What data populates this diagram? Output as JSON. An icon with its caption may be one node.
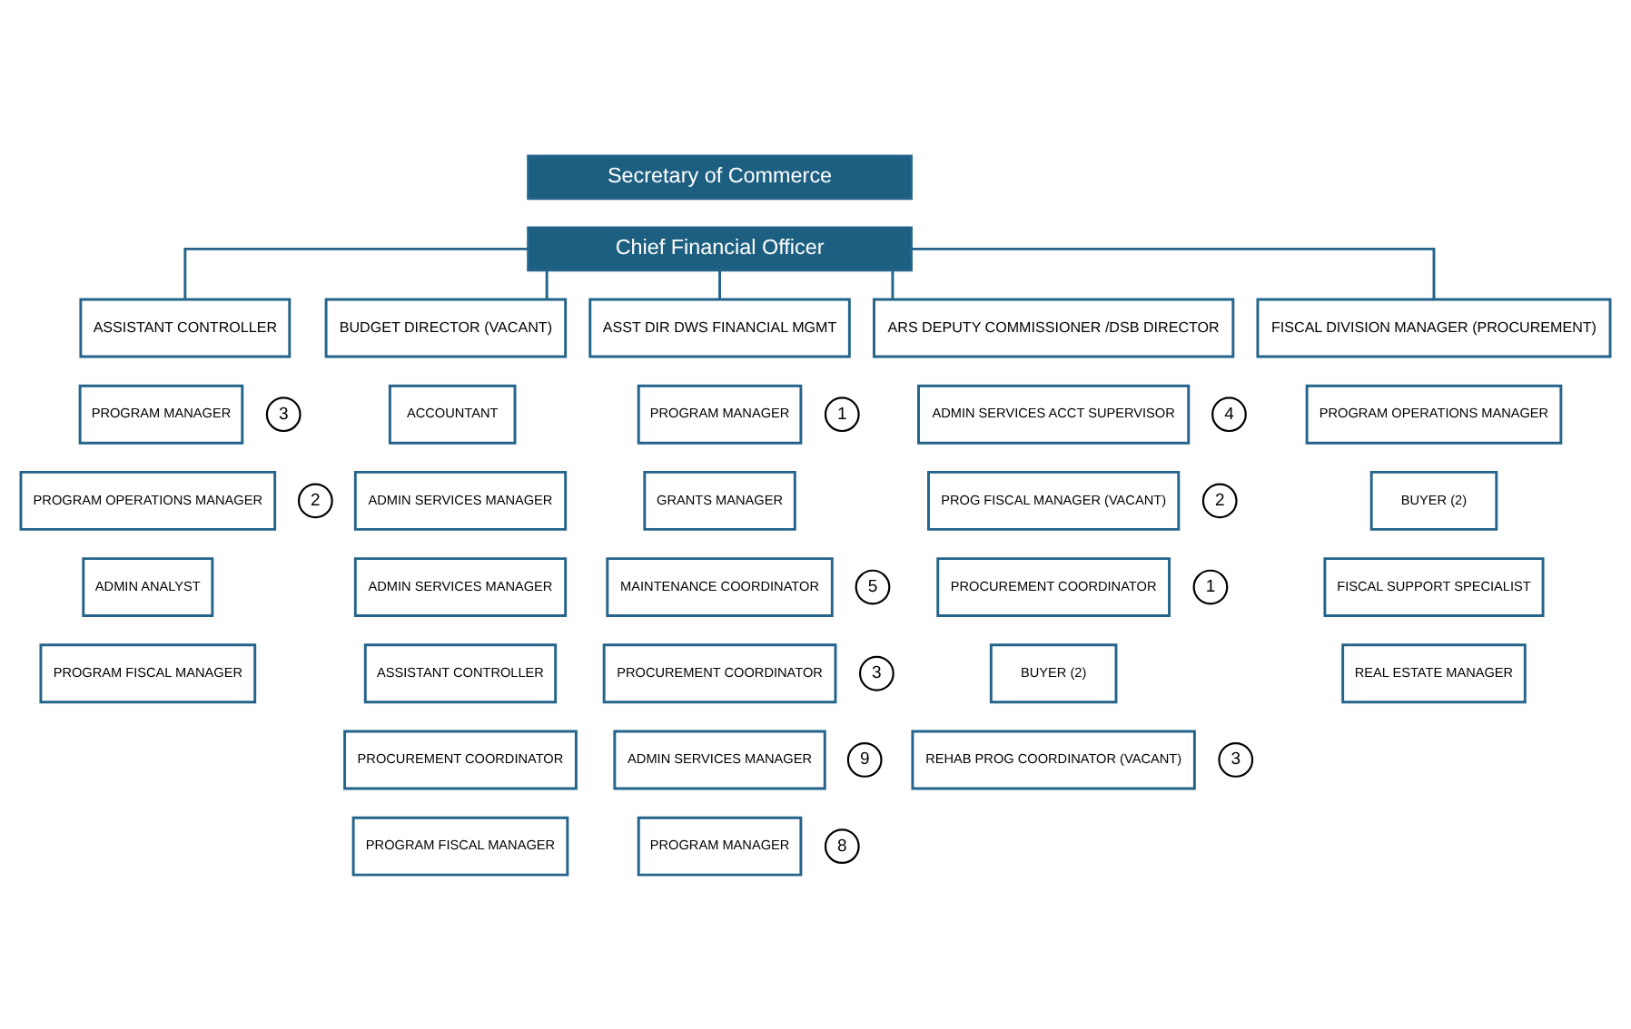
{
  "diagram": {
    "nodes": [
      {
        "text": [
          "Secretary of Commerce"
        ]
      },
      {
        "text": [
          "Chief Financial Officer"
        ]
      },
      {
        "text": [
          "ASSISTANT CONTROLLER"
        ]
      },
      {
        "text": [
          "BUDGET DIRECTOR (VACANT)"
        ]
      },
      {
        "text": [
          "ASST DIR DWS FINANCIAL MGMT"
        ]
      },
      {
        "text": [
          "ARS DEPUTY COMMISSIONER /DSB DIRECTOR"
        ]
      },
      {
        "text": [
          "FISCAL DIVISION MANAGER (PROCUREMENT)"
        ]
      },
      {
        "text": [
          "PROGRAM MANAGER"
        ]
      },
      {
        "text": [
          "3"
        ]
      },
      {
        "text": [
          "PROGRAM OPERATIONS MANAGER"
        ]
      },
      {
        "text": [
          "2"
        ]
      },
      {
        "text": [
          "ADMIN ANALYST"
        ]
      },
      {
        "text": [
          "PROGRAM FISCAL MANAGER"
        ]
      },
      {
        "text": [
          "ACCOUNTANT"
        ]
      },
      {
        "text": [
          "ADMIN SERVICES MANAGER"
        ]
      },
      {
        "text": [
          "ADMIN SERVICES MANAGER"
        ]
      },
      {
        "text": [
          "ASSISTANT CONTROLLER"
        ]
      },
      {
        "text": [
          "PROCUREMENT COORDINATOR"
        ]
      },
      {
        "text": [
          "PROGRAM FISCAL MANAGER"
        ]
      },
      {
        "text": [
          "PROGRAM MANAGER"
        ]
      },
      {
        "text": [
          "1"
        ]
      },
      {
        "text": [
          "GRANTS MANAGER"
        ]
      },
      {
        "text": [
          "MAINTENANCE COORDINATOR"
        ]
      },
      {
        "text": [
          "5"
        ]
      },
      {
        "text": [
          "PROCUREMENT COORDINATOR"
        ]
      },
      {
        "text": [
          "3"
        ]
      },
      {
        "text": [
          "ADMIN SERVICES MANAGER"
        ]
      },
      {
        "text": [
          "9"
        ]
      },
      {
        "text": [
          "PROGRAM MANAGER"
        ]
      },
      {
        "text": [
          "8"
        ]
      },
      {
        "text": [
          "ADMIN SERVICES ACCT SUPERVISOR"
        ]
      },
      {
        "text": [
          "4"
        ]
      },
      {
        "text": [
          "PROG FISCAL MANAGER (VACANT)"
        ]
      },
      {
        "text": [
          "2"
        ]
      },
      {
        "text": [
          "PROCUREMENT COORDINATOR"
        ]
      },
      {
        "text": [
          "1"
        ]
      },
      {
        "text": [
          "BUYER (2)"
        ]
      },
      {
        "text": [
          "REHAB PROG COORDINATOR (VACANT)"
        ]
      },
      {
        "text": [
          "3"
        ]
      },
      {
        "text": [
          "PROGRAM OPERATIONS MANAGER"
        ]
      },
      {
        "text": [
          "BUYER (2)"
        ]
      },
      {
        "text": [
          "FISCAL SUPPORT SPECIALIST"
        ]
      },
      {
        "text": [
          "REAL ESTATE MANAGER"
        ]
      }
    ],
    "edges": [
      {
        "from": 1,
        "to": 2,
        "arrow": "none"
      },
      {
        "from": 1,
        "to": 3,
        "arrow": "none"
      },
      {
        "from": 1,
        "to": 4,
        "arrow": "none"
      },
      {
        "from": 1,
        "to": 5,
        "arrow": "none"
      },
      {
        "from": 1,
        "to": 6,
        "arrow": "none"
      }
    ]
  }
}
